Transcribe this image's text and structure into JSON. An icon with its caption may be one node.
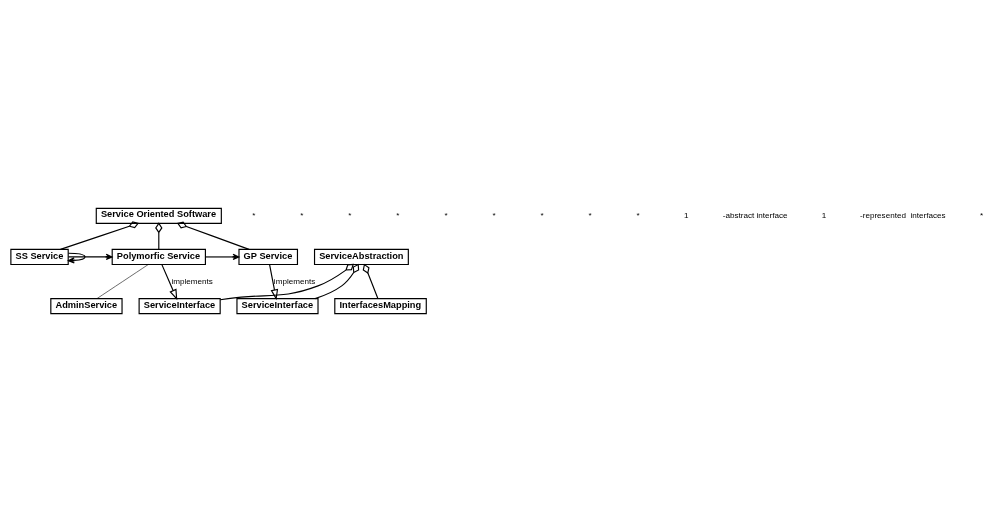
{
  "diagram": {
    "nodes": [
      {
        "text": [
          "Service Oriented Software"
        ]
      },
      {
        "text": [
          "SS Service"
        ]
      },
      {
        "text": [
          "Polymorfic Service"
        ]
      },
      {
        "text": [
          "GP Service"
        ]
      },
      {
        "text": [
          "AdminService"
        ]
      },
      {
        "text": [
          "ServiceInterface"
        ]
      },
      {
        "text": [
          "ServiceInterface"
        ]
      },
      {
        "text": [
          "ServiceAbstraction"
        ]
      },
      {
        "text": [
          "InterfacesMapping"
        ]
      }
    ],
    "edges": [
      {
        "from": 0,
        "to": 1,
        "arrow": "other"
      },
      {
        "from": 0,
        "to": 2,
        "arrow": "other"
      },
      {
        "from": 0,
        "to": 3,
        "arrow": "other"
      },
      {
        "from": 1,
        "to": 1,
        "arrow": "to"
      },
      {
        "from": 1,
        "to": 2,
        "arrow": "to"
      },
      {
        "from": 2,
        "to": 3,
        "arrow": "to"
      },
      {
        "from": 2,
        "to": 4,
        "arrow": "none"
      },
      {
        "from": 2,
        "to": 5,
        "arrow": "to",
        "label": "implements"
      },
      {
        "from": 3,
        "to": 6,
        "arrow": "to",
        "label": "implements"
      },
      {
        "from": 7,
        "to": 5,
        "arrow": "other"
      },
      {
        "from": 7,
        "to": 6,
        "arrow": "other"
      },
      {
        "from": 7,
        "to": 8,
        "arrow": "other"
      }
    ],
    "labels": [
      "*",
      "*",
      "*",
      "*",
      "*",
      "*",
      "*",
      "*",
      "*",
      "1",
      "-abstract interface",
      "1",
      "-represented  interfaces",
      "*"
    ]
  }
}
